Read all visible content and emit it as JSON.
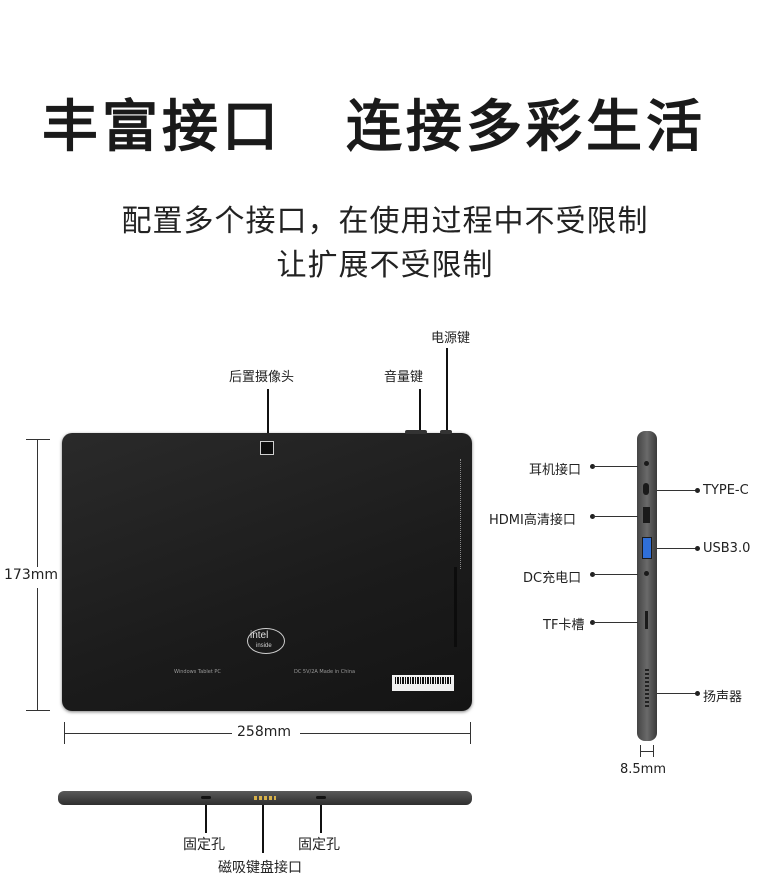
{
  "headline": {
    "left": "丰富接口",
    "right": "连接多彩生活"
  },
  "subheadline": {
    "line1": "配置多个接口，在使用过程中不受限制",
    "line2": "让扩展不受限制"
  },
  "callouts": {
    "power_key": "电源键",
    "rear_camera": "后置摄像头",
    "volume_key": "音量键",
    "headphone_port": "耳机接口",
    "type_c": "TYPE-C",
    "hdmi_port": "HDMI高清接口",
    "usb3": "USB3.0",
    "dc_port": "DC充电口",
    "tf_slot": "TF卡槽",
    "speaker": "扬声器",
    "fixing_hole_left": "固定孔",
    "fixing_hole_right": "固定孔",
    "magnetic_keyboard_port": "磁吸键盘接口"
  },
  "dimensions": {
    "height": "173mm",
    "width": "258mm",
    "thickness": "8.5mm"
  },
  "product_markings": {
    "logo_brand": "intel",
    "logo_sub": "inside",
    "back_text": "Windows Tablet PC",
    "back_text_2": "DC 5V/2A  Made in China"
  },
  "colors": {
    "device_body": "#1b1b1b",
    "edge_gray": "#5a5a5a",
    "usb_blue": "#2f6fd8"
  }
}
